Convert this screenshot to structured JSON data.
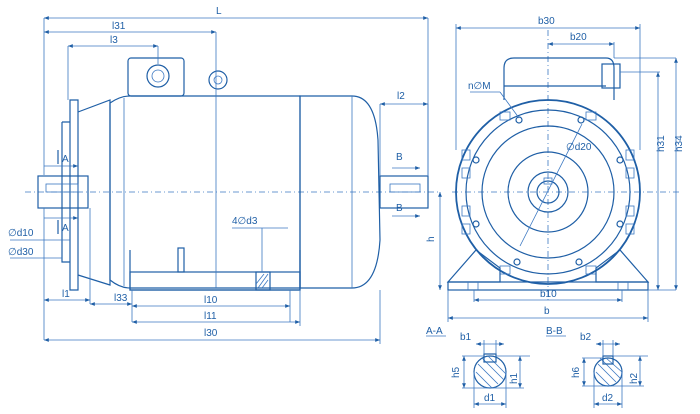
{
  "side_view": {
    "labels": {
      "L": "L",
      "l31": "l31",
      "l3": "l3",
      "l2": "l2",
      "A_top": "A",
      "A_bottom": "A",
      "B_top": "B",
      "B_bottom": "B",
      "d10": "∅d10",
      "d30": "∅d30",
      "n_d3": "4∅d3",
      "l1": "l1",
      "l33": "l33",
      "l10": "l10",
      "l11": "l11",
      "l30": "l30",
      "h": "h"
    }
  },
  "front_view": {
    "labels": {
      "b30": "b30",
      "b20": "b20",
      "nM": "n∅M",
      "d20": "∅d20",
      "h31": "h31",
      "h34": "h34",
      "b10": "b10",
      "b": "b"
    }
  },
  "section_AA": {
    "title": "A-A",
    "labels": {
      "b1": "b1",
      "h5": "h5",
      "h1": "h1",
      "d1": "d1"
    }
  },
  "section_BB": {
    "title": "B-B",
    "labels": {
      "b2": "b2",
      "h6": "h6",
      "h2": "h2",
      "d2": "d2"
    }
  },
  "colors": {
    "ink": "#1f5fa6",
    "ink_light": "#3b78c2",
    "background": "#ffffff"
  }
}
